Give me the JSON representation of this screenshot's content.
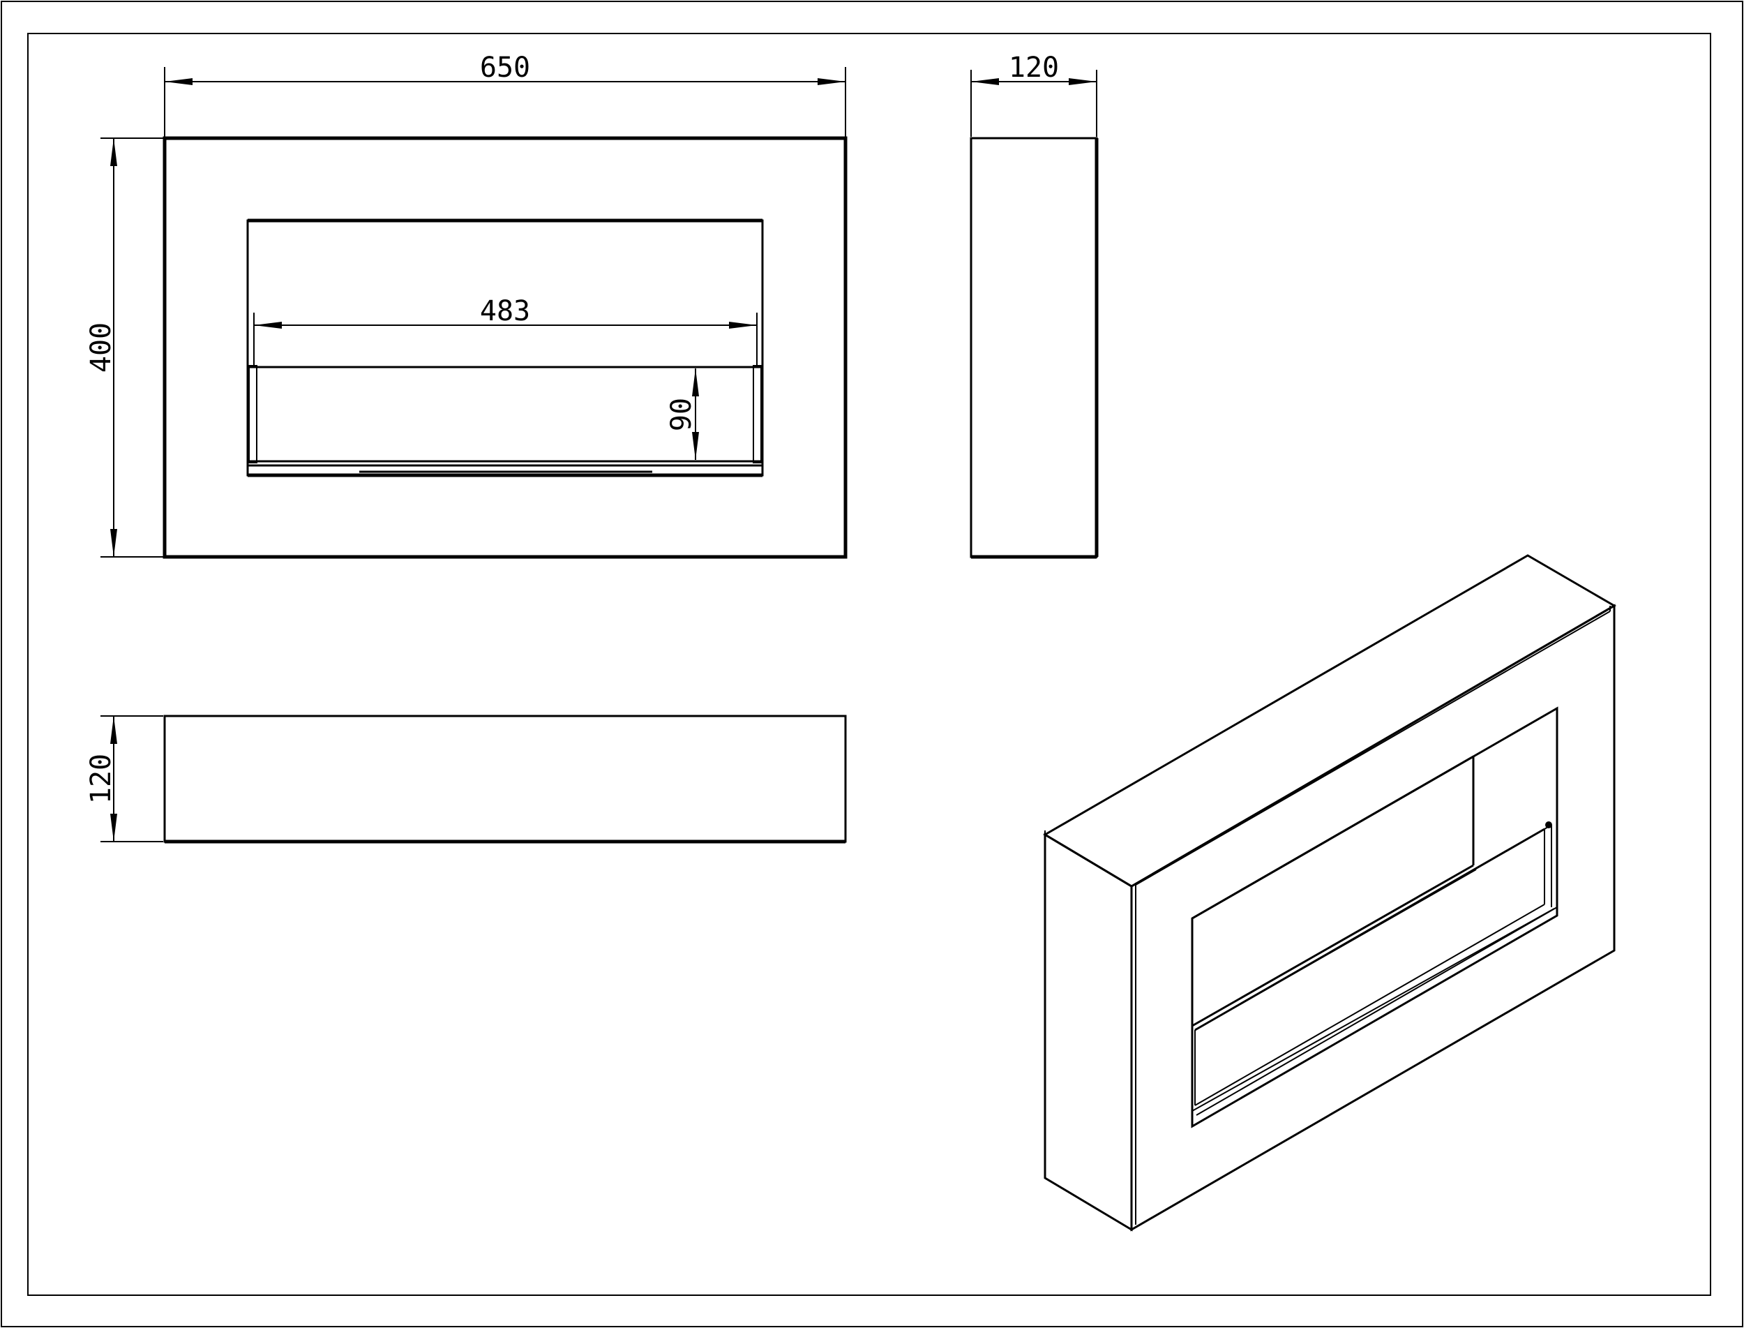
{
  "drawing": {
    "front_view": {
      "width_label": "650",
      "height_label": "400",
      "inner_width_label": "483",
      "burner_height_label": "90"
    },
    "side_view": {
      "depth_label": "120"
    },
    "top_view": {
      "depth_label": "120"
    }
  }
}
